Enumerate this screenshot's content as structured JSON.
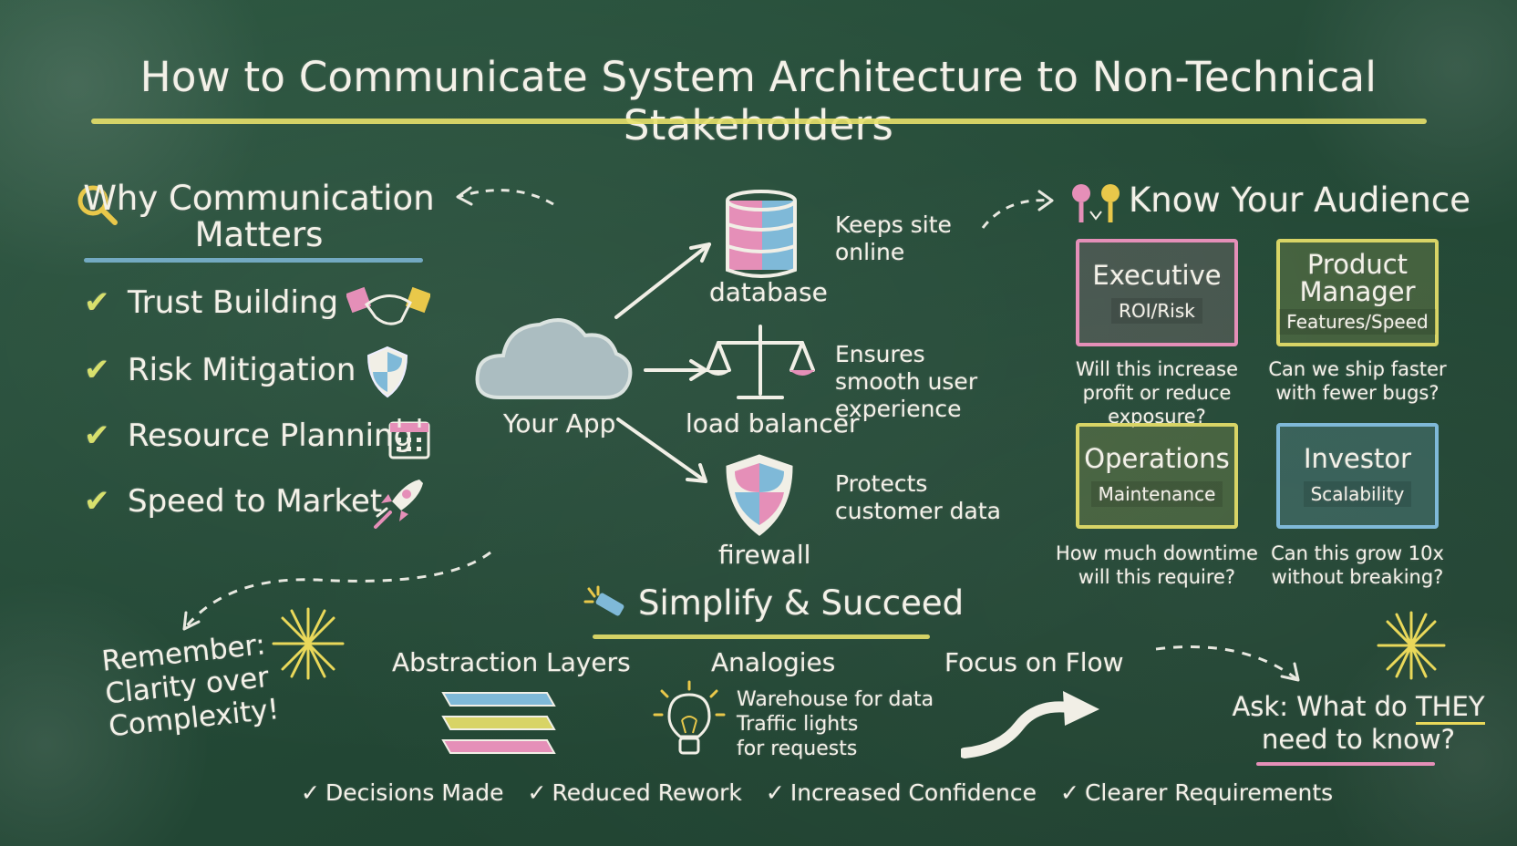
{
  "title": "How to Communicate System Architecture to Non-Technical Stakeholders",
  "why": {
    "title": "Why Communication Matters",
    "items": [
      {
        "label": "Trust Building",
        "icon": "handshake-icon"
      },
      {
        "label": "Risk Mitigation",
        "icon": "shield-icon"
      },
      {
        "label": "Resource Planning",
        "icon": "calendar-icon"
      },
      {
        "label": "Speed to Market",
        "icon": "rocket-icon"
      }
    ]
  },
  "architecture": {
    "source": "Your App",
    "components": [
      {
        "label": "database",
        "note": "Keeps site online",
        "icon": "database-icon"
      },
      {
        "label": "load balancer",
        "note": "Ensures smooth user experience",
        "icon": "scales-icon"
      },
      {
        "label": "firewall",
        "note": "Protects customer data",
        "icon": "shield-icon"
      }
    ]
  },
  "audience": {
    "title": "Know Your Audience",
    "cards": [
      {
        "role": "Executive",
        "focus": "ROI/Risk",
        "question": "Will this increase profit or reduce exposure?",
        "color": "#e58fb8"
      },
      {
        "role": "Product Manager",
        "focus": "Features/Speed",
        "question": "Can we ship faster with fewer bugs?",
        "color": "#d8d466"
      },
      {
        "role": "Operations",
        "focus": "Maintenance",
        "question": "How much downtime will this require?",
        "color": "#d8d466"
      },
      {
        "role": "Investor",
        "focus": "Scalability",
        "question": "Can this grow 10x without breaking?",
        "color": "#7fb9d8"
      }
    ]
  },
  "simplify": {
    "title": "Simplify & Succeed",
    "abstraction": "Abstraction Layers",
    "analogies": "Analogies",
    "analogy_lines": [
      "Warehouse for data",
      "Traffic lights",
      "for requests"
    ],
    "flow": "Focus on Flow"
  },
  "remember": [
    "Remember:",
    "Clarity over",
    "Complexity!"
  ],
  "ask": {
    "line1_prefix": "Ask: What do ",
    "line1_emph": "THEY",
    "line2": "need to know?"
  },
  "outcomes": [
    "Decisions Made",
    "Reduced Rework",
    "Increased Confidence",
    "Clearer Requirements"
  ]
}
